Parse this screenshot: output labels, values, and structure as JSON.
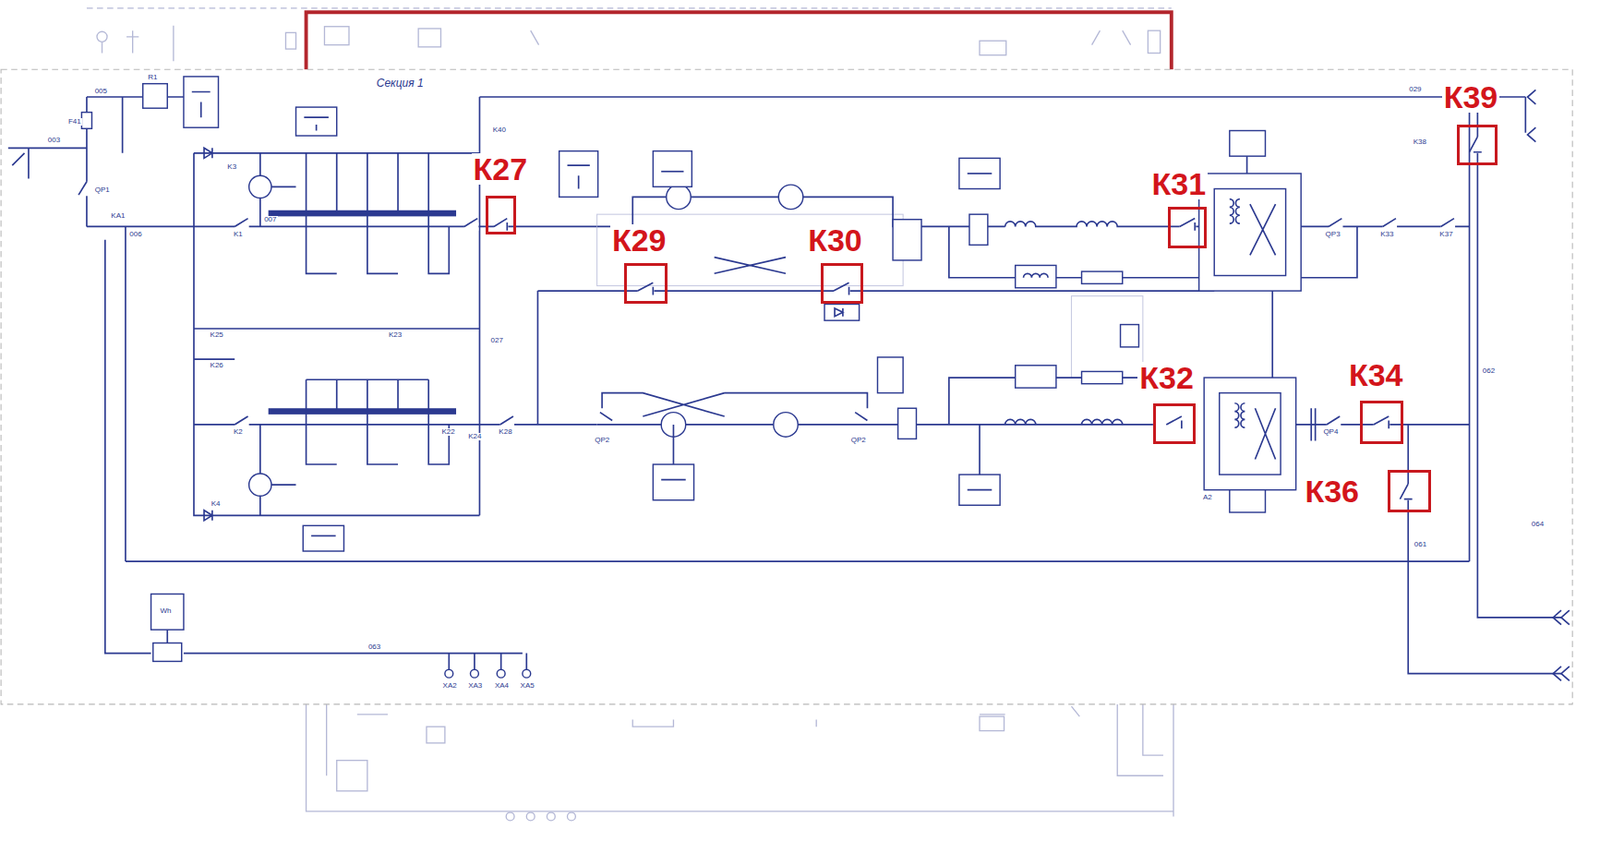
{
  "diagram": {
    "nodes": [
      {
        "text": [
          "К39"
        ]
      },
      {
        "text": [
          "К27"
        ]
      },
      {
        "text": [
          "К31"
        ]
      },
      {
        "text": [
          "К29"
        ]
      },
      {
        "text": [
          "К30"
        ]
      },
      {
        "text": [
          "К32"
        ]
      },
      {
        "text": [
          "К34"
        ]
      },
      {
        "text": [
          "К36"
        ]
      }
    ],
    "labels": [
      "Секция 1",
      "K40",
      "K1",
      "K3",
      "K2",
      "K25",
      "K23",
      "K26",
      "K4",
      "K22",
      "K24",
      "K28",
      "QP1",
      "QP2",
      "QP2",
      "QP3",
      "QP4",
      "K33",
      "K37",
      "K38",
      "KA1",
      "F41",
      "R1",
      "005",
      "003",
      "006",
      "007",
      "029",
      "062",
      "063",
      "064",
      "061",
      "A2",
      "XA2",
      "XA3",
      "XA4",
      "XA5",
      "027",
      "Wh"
    ]
  }
}
